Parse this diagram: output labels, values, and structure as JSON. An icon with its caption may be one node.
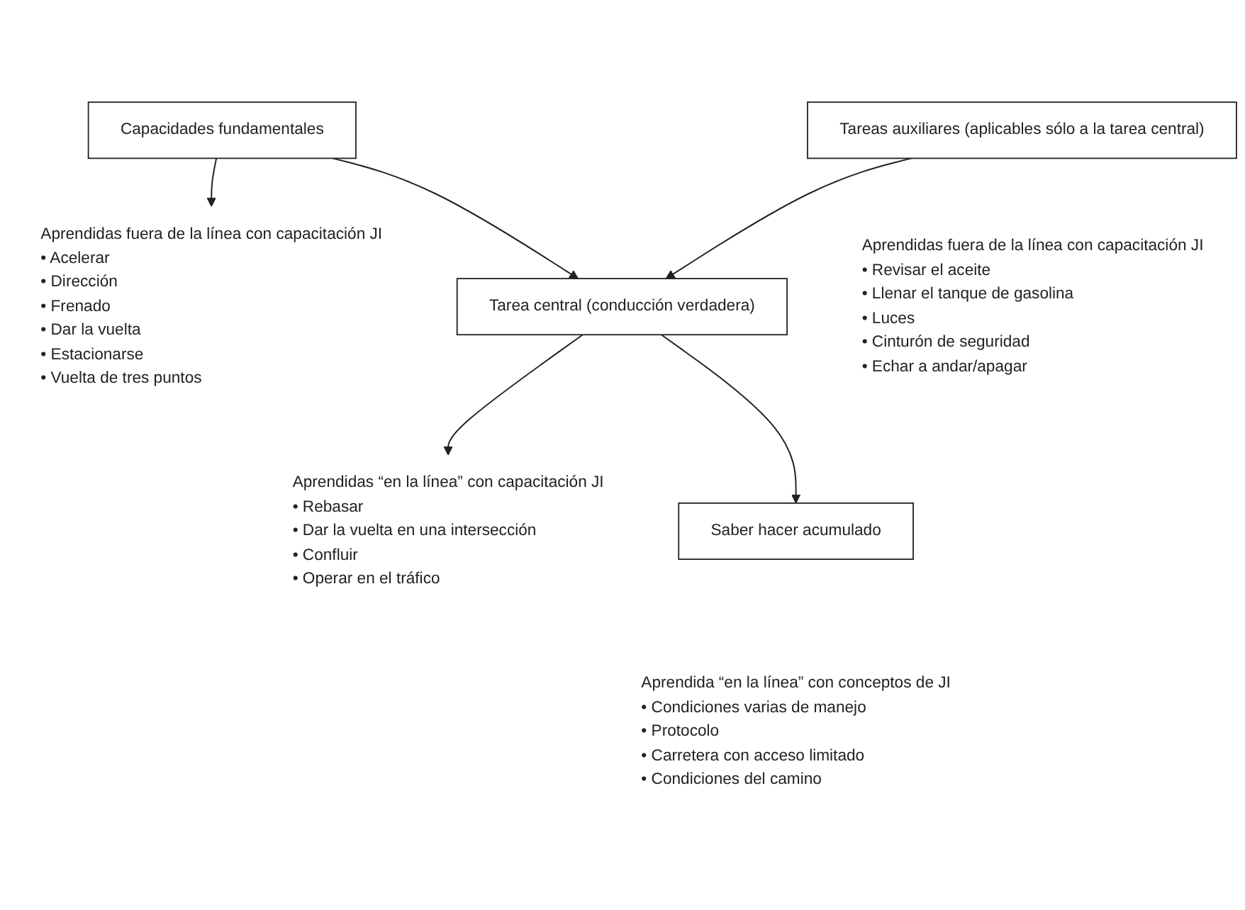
{
  "diagram": {
    "nodes": [
      {
        "text": [
          "Capacidades fundamentales"
        ]
      },
      {
        "text": [
          "Aprendidas fuera de la línea con capacitación JI",
          "• Acelerar",
          "• Dirección",
          "• Frenado",
          "• Dar la vuelta",
          "• Estacionarse",
          "• Vuelta de tres puntos"
        ]
      },
      {
        "text": [
          "Tareas auxiliares (aplicables sólo a la tarea central)"
        ],
        "beside": [
          "Aprendidas fuera de la línea con capacitación JI",
          "• Revisar el aceite",
          "• Llenar el tanque de gasolina",
          "• Luces",
          "• Cinturón de seguridad",
          "• Echar a andar/apagar"
        ]
      },
      {
        "text": [
          "Tarea central (conducción verdadera)"
        ]
      },
      {
        "text": [
          "Aprendidas “en la línea” con capacitación JI",
          "• Rebasar",
          "• Dar la vuelta en una intersección",
          "• Confluir",
          "• Operar en el tráfico"
        ]
      },
      {
        "text": [
          "Saber hacer acumulado"
        ],
        "beside": [
          "Aprendida “en la línea” con conceptos de JI",
          "• Condiciones varias de manejo",
          "• Protocolo",
          "• Carretera con acceso limitado",
          "• Condiciones del camino"
        ]
      }
    ],
    "edges": [
      {
        "from": 0,
        "to": 1,
        "arrow": "to"
      },
      {
        "from": 0,
        "to": 3,
        "arrow": "to"
      },
      {
        "from": 2,
        "to": 3,
        "arrow": "to"
      },
      {
        "from": 3,
        "to": 4,
        "arrow": "to"
      },
      {
        "from": 3,
        "to": 5,
        "arrow": "to"
      }
    ]
  }
}
